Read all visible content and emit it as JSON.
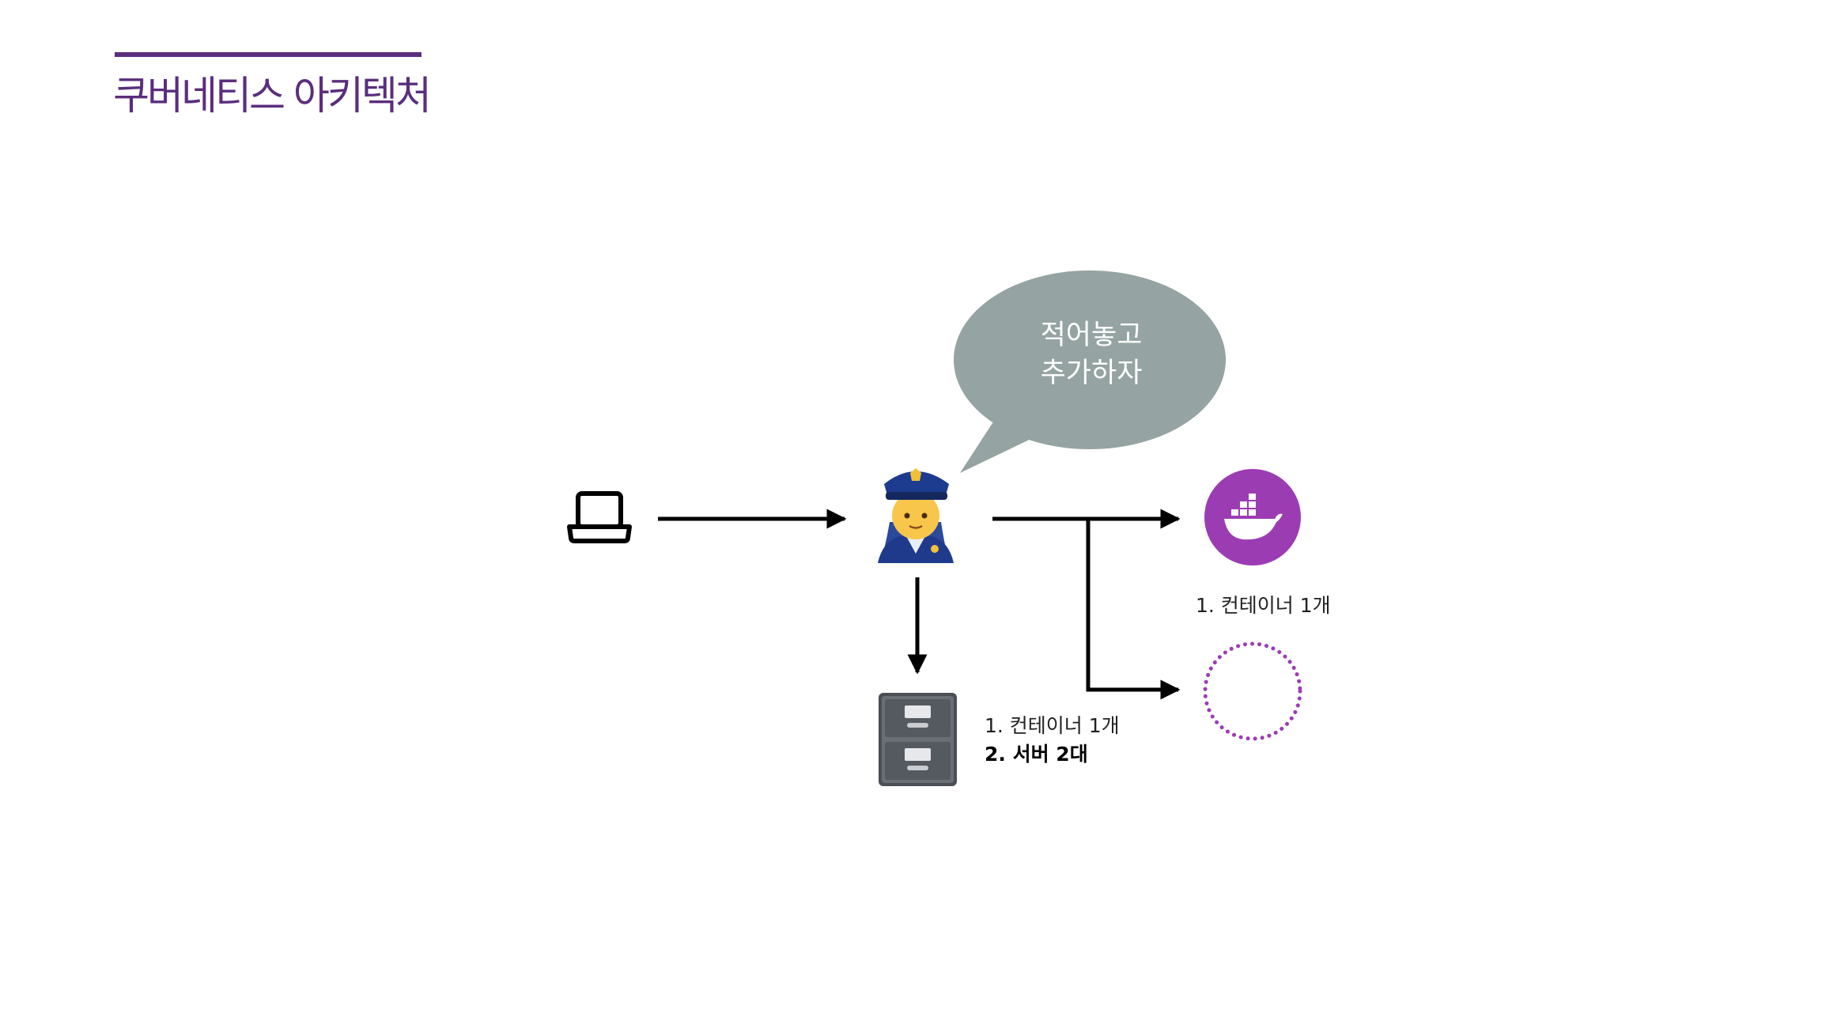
{
  "header": {
    "title": "쿠버네티스 아키텍처"
  },
  "diagram": {
    "bubble_lines": [
      "적어놓고",
      "추가하자"
    ],
    "docker_label": "1. 컨테이너 1개",
    "store_lines": [
      "1. 컨테이너 1개",
      "2. 서버 2대"
    ],
    "icons": {
      "client": "laptop-icon",
      "controller": "police-officer-icon",
      "store": "file-cabinet-icon",
      "container": "docker-whale-icon",
      "pending": "dotted-circle-icon"
    }
  },
  "colors": {
    "accent": "#5b2e7d",
    "docker": "#9c3cb3",
    "bubble": "#95a3a2",
    "arrow": "#000000"
  }
}
